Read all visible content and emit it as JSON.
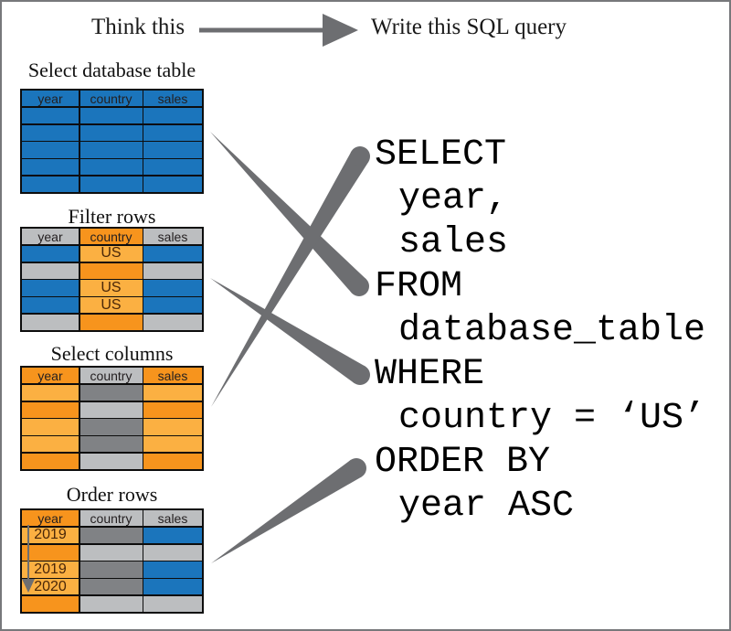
{
  "header": {
    "think": "Think this",
    "write": "Write this SQL query"
  },
  "tables": [
    {
      "title": "Select database table",
      "header": [
        {
          "text": "year",
          "bg": "blue"
        },
        {
          "text": "country",
          "bg": "blue"
        },
        {
          "text": "sales",
          "bg": "blue"
        }
      ],
      "rows": [
        [
          {
            "bg": "blue"
          },
          {
            "bg": "blue"
          },
          {
            "bg": "blue"
          }
        ],
        [
          {
            "bg": "blue"
          },
          {
            "bg": "blue"
          },
          {
            "bg": "blue"
          }
        ],
        [
          {
            "bg": "blue"
          },
          {
            "bg": "blue"
          },
          {
            "bg": "blue"
          }
        ],
        [
          {
            "bg": "blue"
          },
          {
            "bg": "blue"
          },
          {
            "bg": "blue"
          }
        ],
        [
          {
            "bg": "blue"
          },
          {
            "bg": "blue"
          },
          {
            "bg": "blue"
          }
        ]
      ]
    },
    {
      "title": "Filter rows",
      "header": [
        {
          "text": "year",
          "bg": "gray"
        },
        {
          "text": "country",
          "bg": "orange"
        },
        {
          "text": "sales",
          "bg": "gray"
        }
      ],
      "rows": [
        [
          {
            "bg": "blue"
          },
          {
            "bg": "light_orange",
            "text": "US"
          },
          {
            "bg": "blue"
          }
        ],
        [
          {
            "bg": "gray"
          },
          {
            "bg": "orange"
          },
          {
            "bg": "gray"
          }
        ],
        [
          {
            "bg": "blue"
          },
          {
            "bg": "light_orange",
            "text": "US"
          },
          {
            "bg": "blue"
          }
        ],
        [
          {
            "bg": "blue"
          },
          {
            "bg": "light_orange",
            "text": "US"
          },
          {
            "bg": "blue"
          }
        ],
        [
          {
            "bg": "gray"
          },
          {
            "bg": "orange"
          },
          {
            "bg": "gray"
          }
        ]
      ]
    },
    {
      "title": "Select columns",
      "header": [
        {
          "text": "year",
          "bg": "orange"
        },
        {
          "text": "country",
          "bg": "gray"
        },
        {
          "text": "sales",
          "bg": "orange"
        }
      ],
      "rows": [
        [
          {
            "bg": "light_orange"
          },
          {
            "bg": "dark_gray"
          },
          {
            "bg": "light_orange"
          }
        ],
        [
          {
            "bg": "orange"
          },
          {
            "bg": "gray"
          },
          {
            "bg": "orange"
          }
        ],
        [
          {
            "bg": "light_orange"
          },
          {
            "bg": "dark_gray"
          },
          {
            "bg": "light_orange"
          }
        ],
        [
          {
            "bg": "light_orange"
          },
          {
            "bg": "dark_gray"
          },
          {
            "bg": "light_orange"
          }
        ],
        [
          {
            "bg": "orange"
          },
          {
            "bg": "gray"
          },
          {
            "bg": "orange"
          }
        ]
      ]
    },
    {
      "title": "Order rows",
      "header": [
        {
          "text": "year",
          "bg": "orange"
        },
        {
          "text": "country",
          "bg": "gray"
        },
        {
          "text": "sales",
          "bg": "gray"
        }
      ],
      "rows": [
        [
          {
            "bg": "light_orange",
            "text": "2019"
          },
          {
            "bg": "dark_gray"
          },
          {
            "bg": "blue"
          }
        ],
        [
          {
            "bg": "orange"
          },
          {
            "bg": "gray"
          },
          {
            "bg": "gray"
          }
        ],
        [
          {
            "bg": "light_orange",
            "text": "2019"
          },
          {
            "bg": "dark_gray"
          },
          {
            "bg": "blue"
          }
        ],
        [
          {
            "bg": "light_orange",
            "text": "2020"
          },
          {
            "bg": "dark_gray"
          },
          {
            "bg": "blue"
          }
        ],
        [
          {
            "bg": "orange"
          },
          {
            "bg": "gray"
          },
          {
            "bg": "gray"
          }
        ]
      ]
    }
  ],
  "sql": {
    "lines": [
      {
        "text": "SELECT",
        "indent": 0
      },
      {
        "text": "year,",
        "indent": 1
      },
      {
        "text": "sales",
        "indent": 1
      },
      {
        "text": "FROM",
        "indent": 0
      },
      {
        "text": "database_table",
        "indent": 1
      },
      {
        "text": "WHERE",
        "indent": 0
      },
      {
        "text": "country = ‘US’",
        "indent": 1
      },
      {
        "text": "ORDER BY",
        "indent": 0
      },
      {
        "text": "year ASC",
        "indent": 1
      }
    ]
  },
  "connectors": [
    {
      "from": "Select database table",
      "to": "FROM"
    },
    {
      "from": "Filter rows",
      "to": "WHERE"
    },
    {
      "from": "Select columns",
      "to": "SELECT"
    },
    {
      "from": "Order rows",
      "to": "ORDER BY"
    }
  ],
  "colors": {
    "blue": "#1b75bc",
    "orange": "#f7941d",
    "light_orange": "#fbb042",
    "light_gray": "#bcbec0",
    "dark_gray": "#808285",
    "connector_gray": "#6d6e71",
    "cell_text": "#4a2708"
  }
}
